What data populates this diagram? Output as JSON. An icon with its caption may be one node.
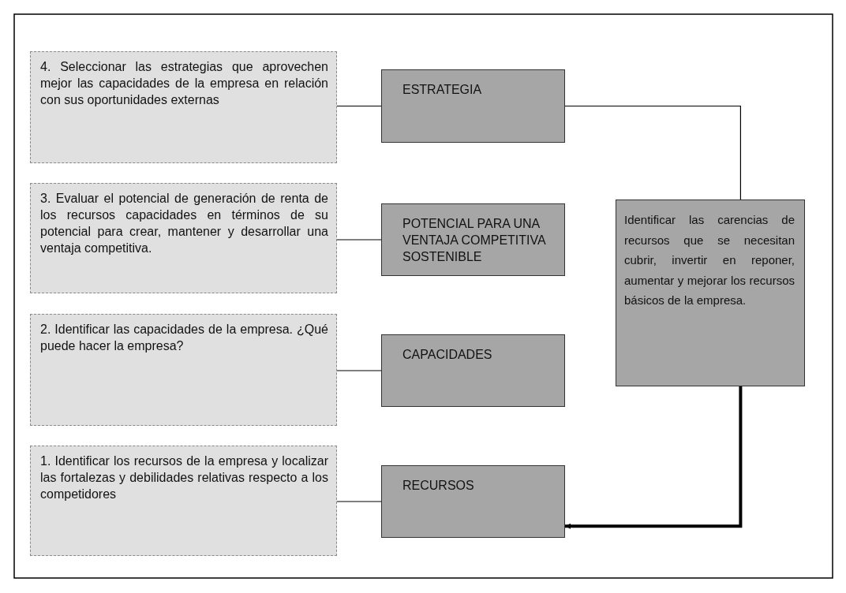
{
  "diagram": {
    "nodes": [
      {
        "text": [
          "4. Seleccionar las estrategias que aprovechen mejor las capacidades de la empresa en relación con sus oportunidades externas"
        ]
      },
      {
        "text": [
          "ESTRATEGIA"
        ]
      },
      {
        "text": [
          "3. Evaluar el potencial de generación de renta de los recursos capacidades en términos de su potencial para crear, mantener y desarrollar una ventaja competitiva."
        ]
      },
      {
        "text": [
          "POTENCIAL PARA UNA VENTAJA COMPETITIVA SOSTENIBLE"
        ]
      },
      {
        "text": [
          "Identificar las carencias de recursos que se necesitan cubrir, invertir en reponer, aumentar y mejorar los recursos básicos de la empresa."
        ]
      },
      {
        "text": [
          "2. Identificar las capacidades de la empresa. ¿Qué puede hacer la empresa?"
        ]
      },
      {
        "text": [
          "CAPACIDADES"
        ]
      },
      {
        "text": [
          "1. Identificar los recursos de la empresa y localizar las fortalezas y debilidades relativas respecto a los competidores"
        ]
      },
      {
        "text": [
          "RECURSOS"
        ]
      }
    ],
    "edges": [
      {
        "from": 0,
        "to": 1,
        "arrow": "none"
      },
      {
        "from": 2,
        "to": 3,
        "arrow": "none"
      },
      {
        "from": 5,
        "to": 6,
        "arrow": "none"
      },
      {
        "from": 7,
        "to": 8,
        "arrow": "none"
      },
      {
        "from": 1,
        "to": 4,
        "arrow": "none"
      },
      {
        "from": 4,
        "to": 8,
        "arrow": "to",
        "style": "thick"
      }
    ]
  }
}
